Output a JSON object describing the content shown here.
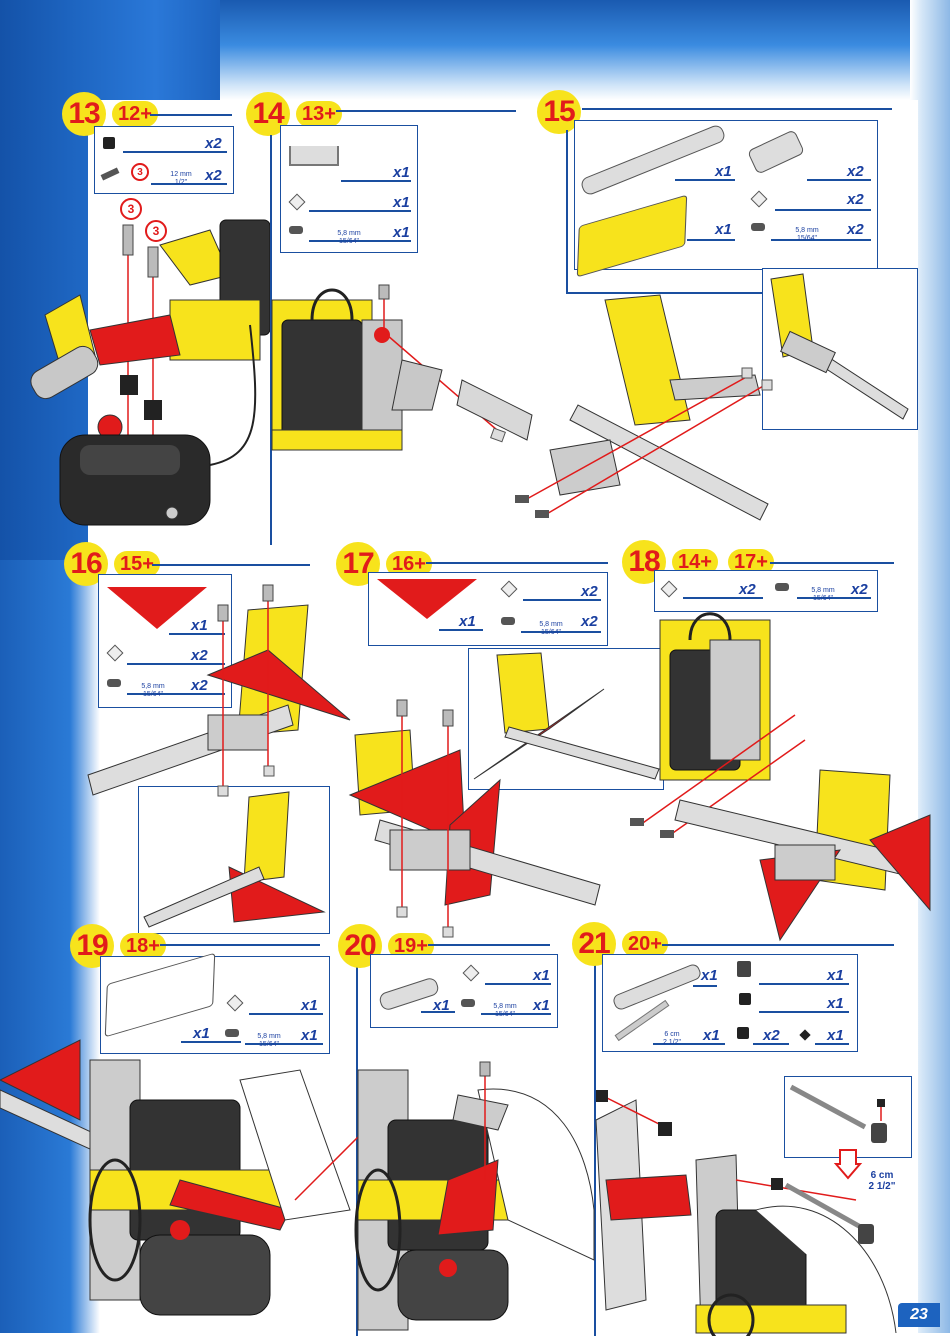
{
  "page": {
    "number": "23"
  },
  "steps": [
    {
      "id": "13",
      "prev": "12+",
      "parts": [
        {
          "qty": "x2"
        },
        {
          "qty": "x2",
          "length": "12 mm",
          "length_in": "1/2\""
        }
      ],
      "callout": "3"
    },
    {
      "id": "14",
      "prev": "13+",
      "parts": [
        {
          "qty": "x1"
        },
        {
          "qty": "x1"
        },
        {
          "qty": "x1",
          "length": "5,8 mm",
          "length_in": "15/64\""
        }
      ]
    },
    {
      "id": "15",
      "prev": "",
      "parts": [
        {
          "qty": "x1"
        },
        {
          "qty": "x2"
        },
        {
          "qty": "x2"
        },
        {
          "qty": "x1"
        },
        {
          "qty": "x2",
          "length": "5,8 mm",
          "length_in": "15/64\""
        }
      ]
    },
    {
      "id": "16",
      "prev": "15+",
      "parts": [
        {
          "qty": "x1"
        },
        {
          "qty": "x2"
        },
        {
          "qty": "x2",
          "length": "5,8 mm",
          "length_in": "15/64\""
        }
      ]
    },
    {
      "id": "17",
      "prev": "16+",
      "parts": [
        {
          "qty": "x2"
        },
        {
          "qty": "x1"
        },
        {
          "qty": "x2",
          "length": "5,8 mm",
          "length_in": "15/64\""
        }
      ]
    },
    {
      "id": "18",
      "prev": "14+",
      "prev2": "17+",
      "parts": [
        {
          "qty": "x2"
        },
        {
          "qty": "x2",
          "length": "5,8 mm",
          "length_in": "15/64\""
        }
      ]
    },
    {
      "id": "19",
      "prev": "18+",
      "parts": [
        {
          "qty": "x1"
        },
        {
          "qty": "x1"
        },
        {
          "qty": "x1",
          "length": "5,8 mm",
          "length_in": "15/64\""
        }
      ]
    },
    {
      "id": "20",
      "prev": "19+",
      "parts": [
        {
          "qty": "x1"
        },
        {
          "qty": "x1"
        },
        {
          "qty": "x1",
          "length": "5,8 mm",
          "length_in": "15/64\""
        }
      ]
    },
    {
      "id": "21",
      "prev": "20+",
      "parts": [
        {
          "qty": "x1"
        },
        {
          "qty": "x1"
        },
        {
          "qty": "x1"
        },
        {
          "qty": "x1",
          "length": "6 cm",
          "length_in": "2 1/2\""
        },
        {
          "qty": "x2"
        },
        {
          "qty": "x1"
        }
      ],
      "axle_label": "6 cm",
      "axle_label_in": "2 1/2\""
    }
  ],
  "colors": {
    "blue": "#1a4fa0",
    "yellow": "#f7e31c",
    "red": "#e11b1b",
    "metal": "#c8c8c8",
    "motor": "#2a2a2a"
  }
}
